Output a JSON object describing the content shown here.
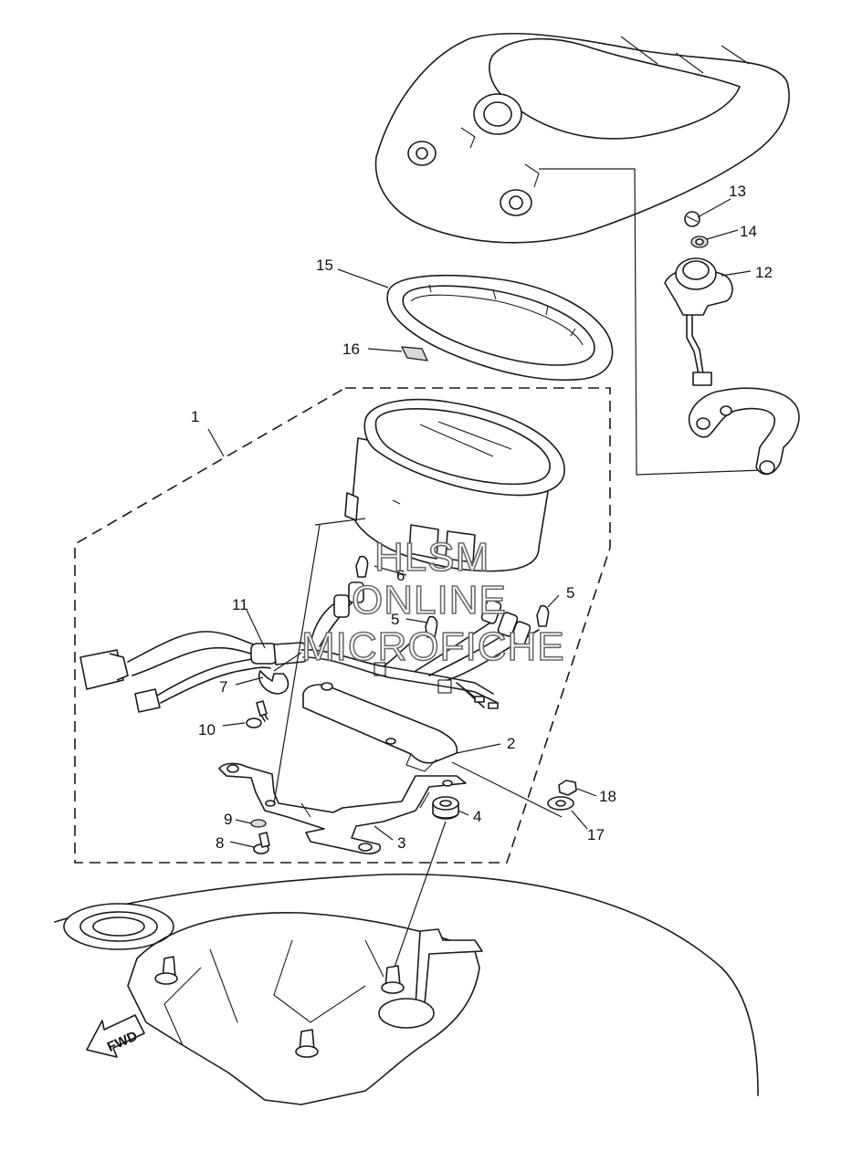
{
  "callouts": [
    {
      "id": "c1",
      "label": "1"
    },
    {
      "id": "c2",
      "label": "2"
    },
    {
      "id": "c3",
      "label": "3"
    },
    {
      "id": "c4",
      "label": "4"
    },
    {
      "id": "c5a",
      "label": "5"
    },
    {
      "id": "c5b",
      "label": "5"
    },
    {
      "id": "c6",
      "label": "6"
    },
    {
      "id": "c7",
      "label": "7"
    },
    {
      "id": "c8",
      "label": "8"
    },
    {
      "id": "c9",
      "label": "9"
    },
    {
      "id": "c10",
      "label": "10"
    },
    {
      "id": "c11",
      "label": "11"
    },
    {
      "id": "c12",
      "label": "12"
    },
    {
      "id": "c13",
      "label": "13"
    },
    {
      "id": "c14",
      "label": "14"
    },
    {
      "id": "c15",
      "label": "15"
    },
    {
      "id": "c16",
      "label": "16"
    },
    {
      "id": "c17",
      "label": "17"
    },
    {
      "id": "c18",
      "label": "18"
    }
  ],
  "watermark": {
    "line1": "HLSM",
    "line2": "ONLINE",
    "line3": "MICROFICHE"
  },
  "fwd_label": "FWD"
}
